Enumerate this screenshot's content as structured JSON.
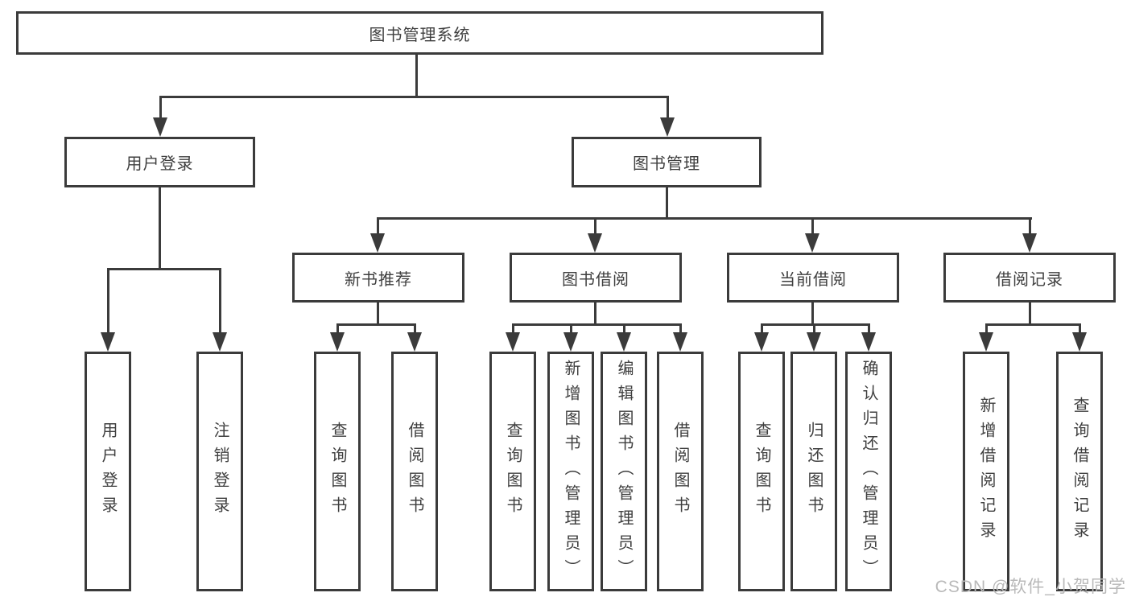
{
  "diagram": {
    "root": "图书管理系统",
    "level2": [
      "用户登录",
      "图书管理"
    ],
    "level3": [
      "新书推荐",
      "图书借阅",
      "当前借阅",
      "借阅记录"
    ],
    "leaves": [
      "用户登录",
      "注销登录",
      "查询图书",
      "借阅图书",
      "查询图书",
      "新增图书（管理员）",
      "编辑图书（管理员）",
      "借阅图书",
      "查询图书",
      "归还图书",
      "确认归还（管理员）",
      "新增借阅记录",
      "查询借阅记录"
    ]
  },
  "watermark": "CSDN @软件_小贺同学",
  "colors": {
    "line": "#3b3b3b",
    "text": "#3f3f3f",
    "watermark": "#b9b9b9",
    "background": "#ffffff"
  }
}
